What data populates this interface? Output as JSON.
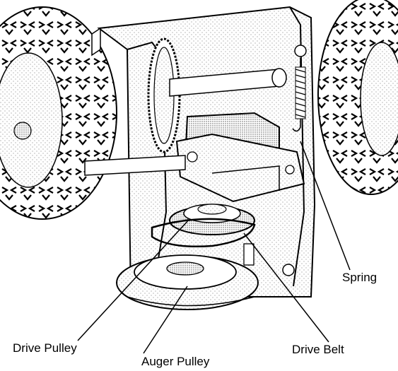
{
  "labels": {
    "spring": "Spring",
    "drive_pulley": "Drive Pulley",
    "auger_pulley": "Auger Pulley",
    "drive_belt": "Drive Belt"
  },
  "colors": {
    "line": "#000000",
    "stipple": "#9a9a9a",
    "background": "#ffffff"
  }
}
